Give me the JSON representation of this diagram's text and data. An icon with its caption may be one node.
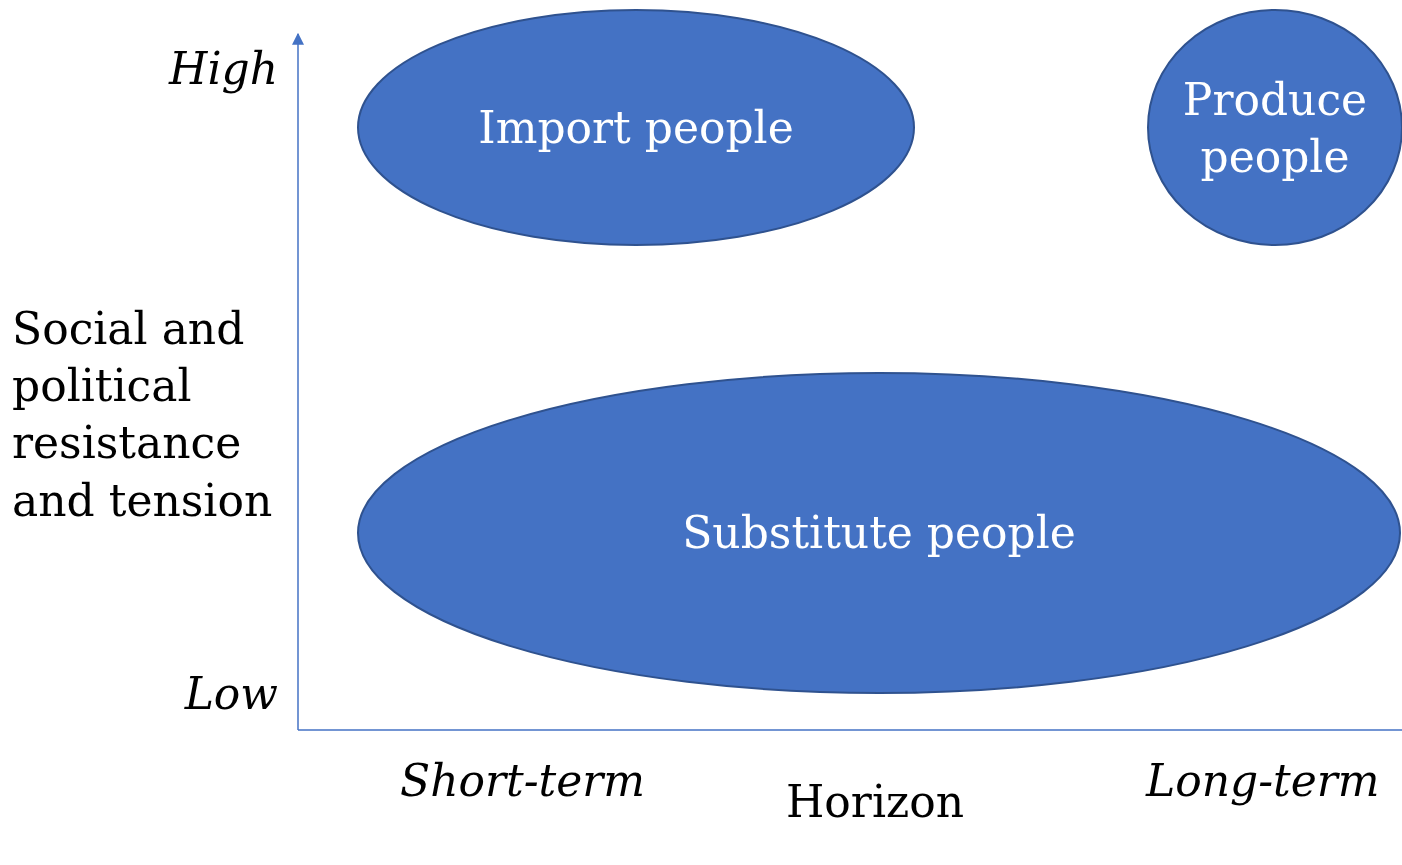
{
  "diagram": {
    "nodes": [
      {
        "text": [
          "Import people"
        ]
      },
      {
        "text": [
          "Produce people"
        ]
      },
      {
        "text": [
          "Substitute people"
        ]
      }
    ],
    "labels": [
      "High",
      "Social and political resistance and tension",
      "Low",
      "Short-term",
      "Horizon",
      "Long-term"
    ]
  }
}
